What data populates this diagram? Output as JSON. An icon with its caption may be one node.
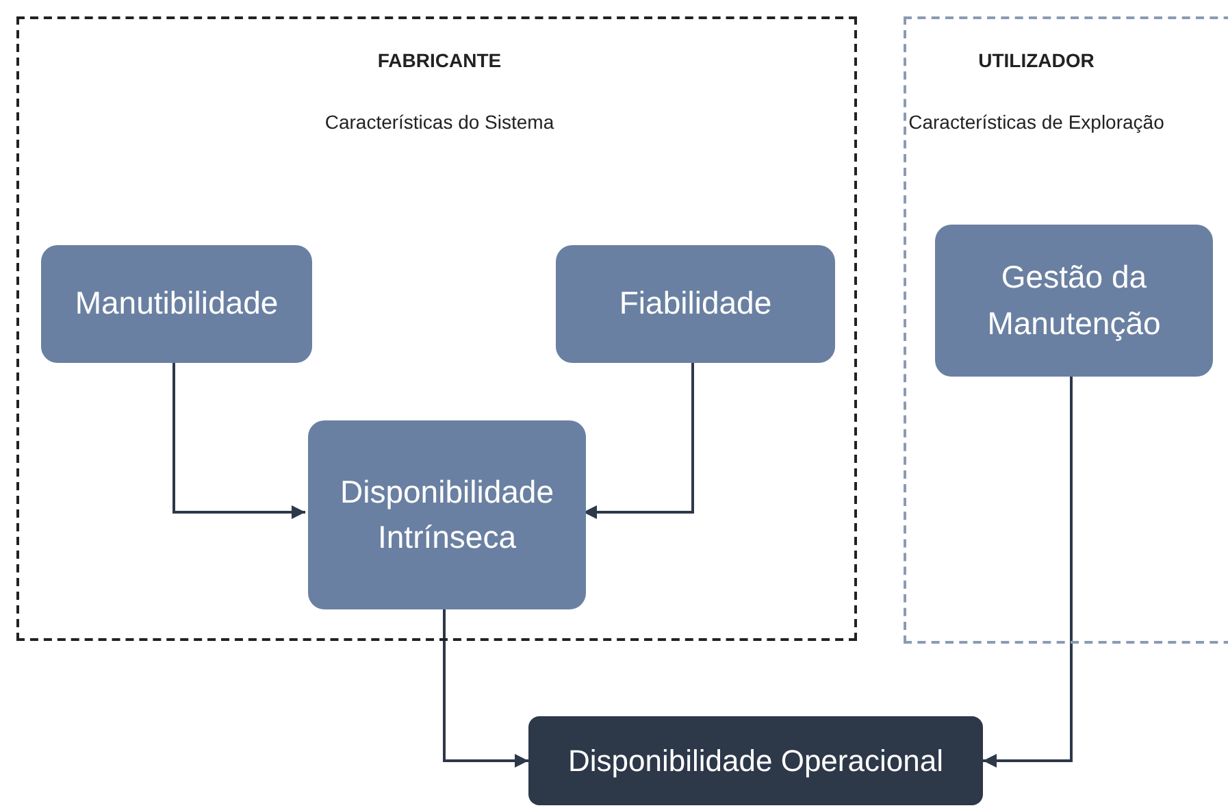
{
  "diagram": {
    "nodes": [
      {
        "text": [
          "FABRICANTE",
          "Características do Sistema"
        ]
      },
      {
        "text": [
          "Manutibilidade"
        ],
        "in": 0
      },
      {
        "text": [
          "Fiabilidade"
        ],
        "in": 0
      },
      {
        "text": [
          "Disponibilidade Intrínseca"
        ],
        "in": 0
      },
      {
        "text": [
          "UTILIZADOR",
          "Características de Exploração"
        ]
      },
      {
        "text": [
          "Gestão da Manutenção"
        ],
        "in": 4
      },
      {
        "text": [
          "Disponibilidade Operacional"
        ]
      }
    ],
    "edges": [
      {
        "from": 1,
        "to": 3,
        "arrow": "to"
      },
      {
        "from": 2,
        "to": 3,
        "arrow": "to"
      },
      {
        "from": 3,
        "to": 6,
        "arrow": "to"
      },
      {
        "from": 5,
        "to": 6,
        "arrow": "to"
      }
    ]
  }
}
